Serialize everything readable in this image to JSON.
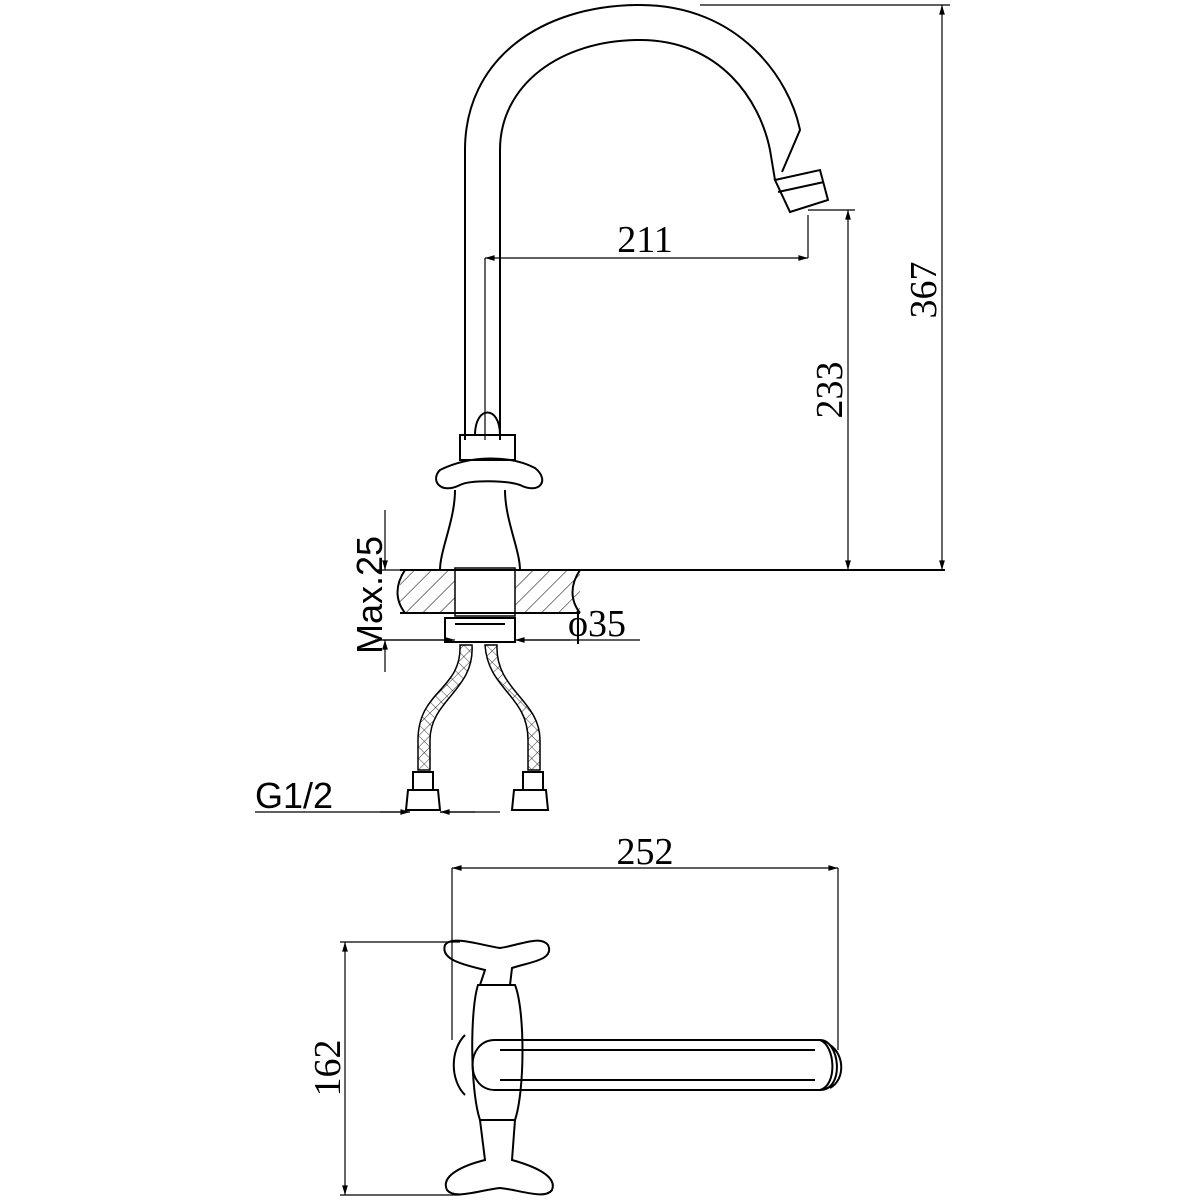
{
  "drawing": {
    "title": "Faucet technical drawing",
    "side_view": {
      "spout_reach": "211",
      "spout_height": "233",
      "total_height": "367",
      "max_counter_thickness": "Max.25",
      "hole_diameter": "ϕ35",
      "connection_thread": "G1/2"
    },
    "top_view": {
      "total_length": "252",
      "handle_span": "162"
    }
  }
}
